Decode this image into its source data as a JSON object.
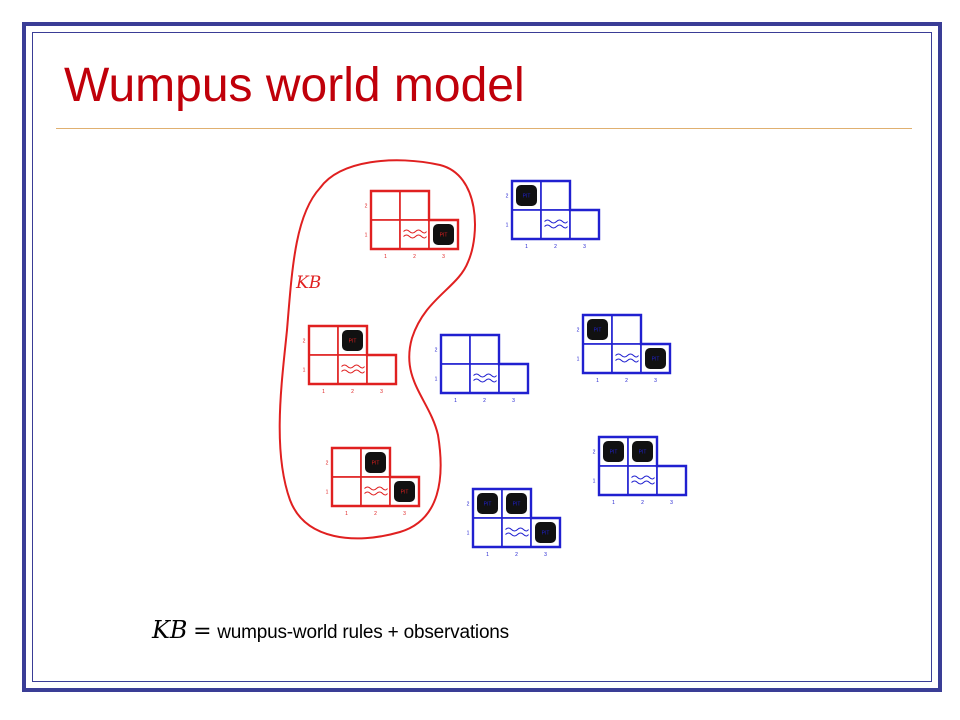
{
  "title": "Wumpus world model",
  "kb_label": "KB",
  "pit_label": "PIT",
  "caption": {
    "lhs": "KB",
    "equals": "=",
    "rhs": "wumpus-world rules + observations"
  },
  "axis": {
    "x": [
      "1",
      "2",
      "3"
    ],
    "y": [
      "1",
      "2"
    ]
  },
  "colors": {
    "title": "#c0000a",
    "frame": "#3a3d96",
    "kb_models": "#e02020",
    "other_models": "#2020d0",
    "rule": "#e0b070"
  },
  "models": [
    {
      "id": "kb-model-a",
      "in_kb": true,
      "pits": [
        "3,1"
      ]
    },
    {
      "id": "kb-model-b",
      "in_kb": true,
      "pits": [
        "2,2"
      ]
    },
    {
      "id": "kb-model-c",
      "in_kb": true,
      "pits": [
        "2,2",
        "3,1"
      ]
    },
    {
      "id": "model-d",
      "in_kb": false,
      "pits": [
        "1,2"
      ]
    },
    {
      "id": "model-e",
      "in_kb": false,
      "pits": []
    },
    {
      "id": "model-f",
      "in_kb": false,
      "pits": [
        "1,2",
        "3,1"
      ]
    },
    {
      "id": "model-g",
      "in_kb": false,
      "pits": [
        "1,2",
        "2,2"
      ]
    },
    {
      "id": "model-h",
      "in_kb": false,
      "pits": [
        "1,2",
        "2,2",
        "3,1"
      ]
    }
  ]
}
